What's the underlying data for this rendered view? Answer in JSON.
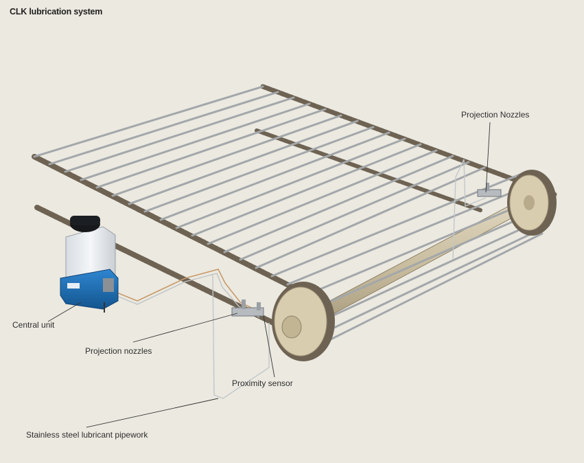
{
  "title": "CLK lubrication system",
  "labels": {
    "top_nozzles": "Projection Nozzles",
    "central_unit": "Central unit",
    "projection_nozzles": "Projection nozzles",
    "proximity_sensor": "Proximity sensor",
    "pipework": "Stainless steel lubricant pipework"
  },
  "colors": {
    "background": "#ebe9e0",
    "chain": "#6e6353",
    "rod": "#a3a7aa",
    "sprocket": "#d9cdb0",
    "unit_body": "#1c6fb8",
    "tank": "#eef0f2",
    "pipe": "#c89a6a"
  }
}
